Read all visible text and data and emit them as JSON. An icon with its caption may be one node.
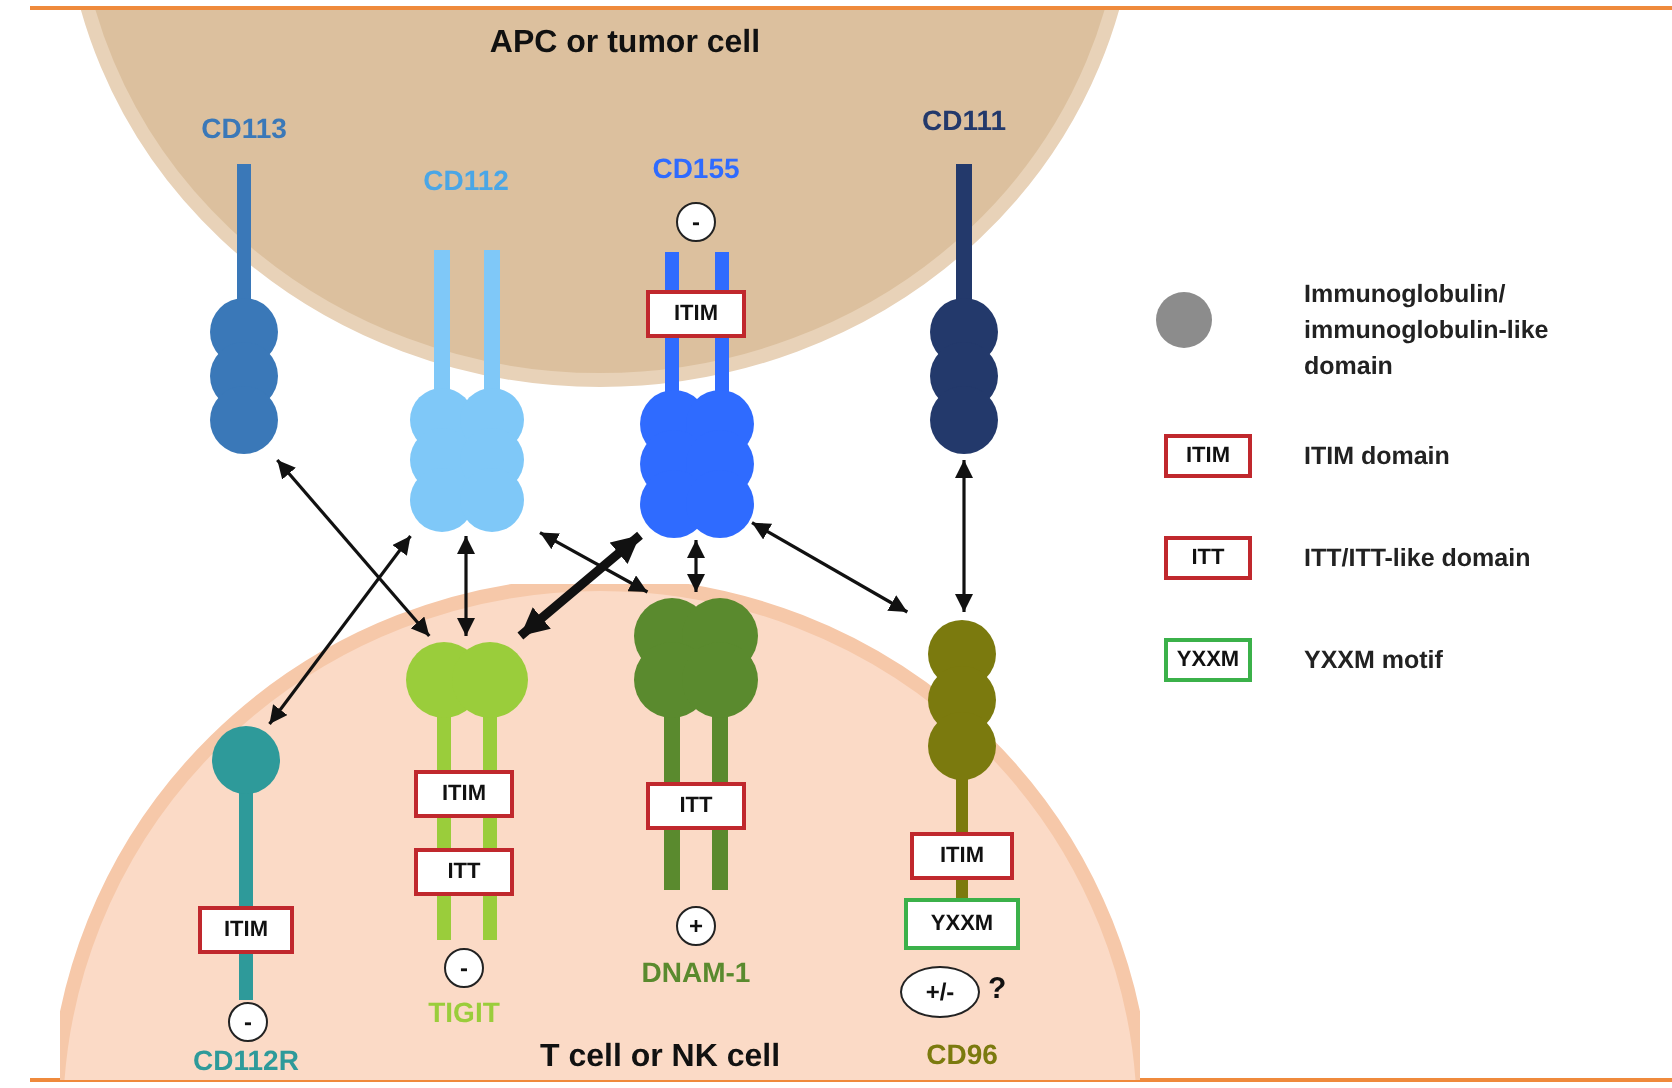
{
  "diagram": {
    "nodes": [
      {
        "text": [
          "APC or tumor cell"
        ]
      },
      {
        "text": [
          "T cell or NK cell"
        ]
      },
      {
        "text": [
          "CD113"
        ]
      },
      {
        "text": [
          "CD112"
        ]
      },
      {
        "text": [
          "CD155"
        ]
      },
      {
        "text": [
          "CD111"
        ]
      },
      {
        "text": [
          "CD112R"
        ],
        "in": 1
      },
      {
        "text": [
          "TIGIT"
        ],
        "in": 1
      },
      {
        "text": [
          "DNAM-1"
        ],
        "in": 1
      },
      {
        "text": [
          "CD96"
        ],
        "in": 1
      },
      {
        "text": [
          "-"
        ]
      },
      {
        "text": [
          "ITIM"
        ]
      },
      {
        "text": [
          "ITIM"
        ],
        "in": 6
      },
      {
        "text": [
          "-"
        ],
        "in": 6
      },
      {
        "text": [
          "ITIM"
        ],
        "in": 7
      },
      {
        "text": [
          "ITT"
        ],
        "in": 7
      },
      {
        "text": [
          "-"
        ],
        "in": 7
      },
      {
        "text": [
          "ITT"
        ],
        "in": 8
      },
      {
        "text": [
          "+"
        ],
        "in": 8
      },
      {
        "text": [
          "ITIM"
        ],
        "in": 1
      },
      {
        "text": [
          "YXXM"
        ],
        "in": 1
      },
      {
        "text": [
          "+/-"
        ],
        "in": 1,
        "beside": [
          "?"
        ]
      }
    ],
    "edges": [
      {
        "from": 2,
        "to": 7,
        "arrow": "both"
      },
      {
        "from": 3,
        "to": 6,
        "arrow": "both"
      },
      {
        "from": 3,
        "to": 7,
        "arrow": "both"
      },
      {
        "from": 3,
        "to": 8,
        "arrow": "both"
      },
      {
        "from": 4,
        "to": 7,
        "arrow": "both",
        "style": "thick"
      },
      {
        "from": 4,
        "to": 8,
        "arrow": "both"
      },
      {
        "from": 4,
        "to": 9,
        "arrow": "both"
      },
      {
        "from": 5,
        "to": 9,
        "arrow": "both"
      }
    ],
    "labels": [
      "ITIM",
      "ITT",
      "YXXM"
    ],
    "legend": [
      {
        "text": "Immunoglobulin/ immunoglobulin-like domain",
        "color": "#8c8c8c"
      },
      {
        "text": "ITIM domain"
      },
      {
        "text": "ITT/ITT-like domain"
      },
      {
        "text": "YXXM motif"
      }
    ]
  }
}
